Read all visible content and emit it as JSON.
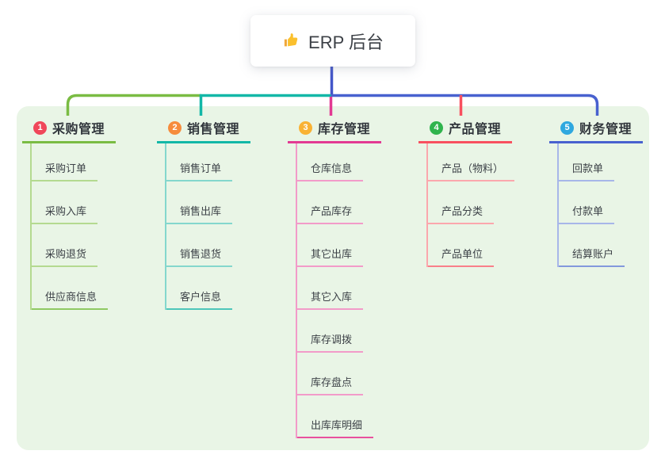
{
  "root": {
    "title": "ERP 后台",
    "icon": "thumbs-up-icon",
    "connector_color": "#4356c9",
    "icon_colors": {
      "hand": "#fbc02d",
      "cuff": "#f0a73a"
    }
  },
  "panel": {
    "background": "#e9f5e6"
  },
  "branches": [
    {
      "number": "1",
      "title": "采购管理",
      "badge_color": "#f0475a",
      "line_color": "#7abc43",
      "child_line_color": "#b4da90",
      "last_child_line_color": "#8fc962",
      "children": [
        "采购订单",
        "采购入库",
        "采购退货",
        "供应商信息"
      ]
    },
    {
      "number": "2",
      "title": "销售管理",
      "badge_color": "#f68c3c",
      "line_color": "#13b7a7",
      "child_line_color": "#84d7cd",
      "last_child_line_color": "#4dc6b9",
      "children": [
        "销售订单",
        "销售出库",
        "销售退货",
        "客户信息"
      ]
    },
    {
      "number": "3",
      "title": "库存管理",
      "badge_color": "#f9b234",
      "line_color": "#e23a93",
      "child_line_color": "#f29bc9",
      "last_child_line_color": "#e8519e",
      "children": [
        "仓库信息",
        "产品库存",
        "其它出库",
        "其它入库",
        "库存调拨",
        "库存盘点",
        "出库库明细"
      ]
    },
    {
      "number": "4",
      "title": "产品管理",
      "badge_color": "#30b44d",
      "line_color": "#f8505f",
      "child_line_color": "#fba7ad",
      "last_child_line_color": "#f97f8a",
      "children": [
        "产品（物料）",
        "产品分类",
        "产品单位"
      ]
    },
    {
      "number": "5",
      "title": "财务管理",
      "badge_color": "#2fa8df",
      "line_color": "#4861cf",
      "child_line_color": "#a7b6e9",
      "last_child_line_color": "#8399dd",
      "children": [
        "回款单",
        "付款单",
        "结算账户"
      ]
    }
  ]
}
